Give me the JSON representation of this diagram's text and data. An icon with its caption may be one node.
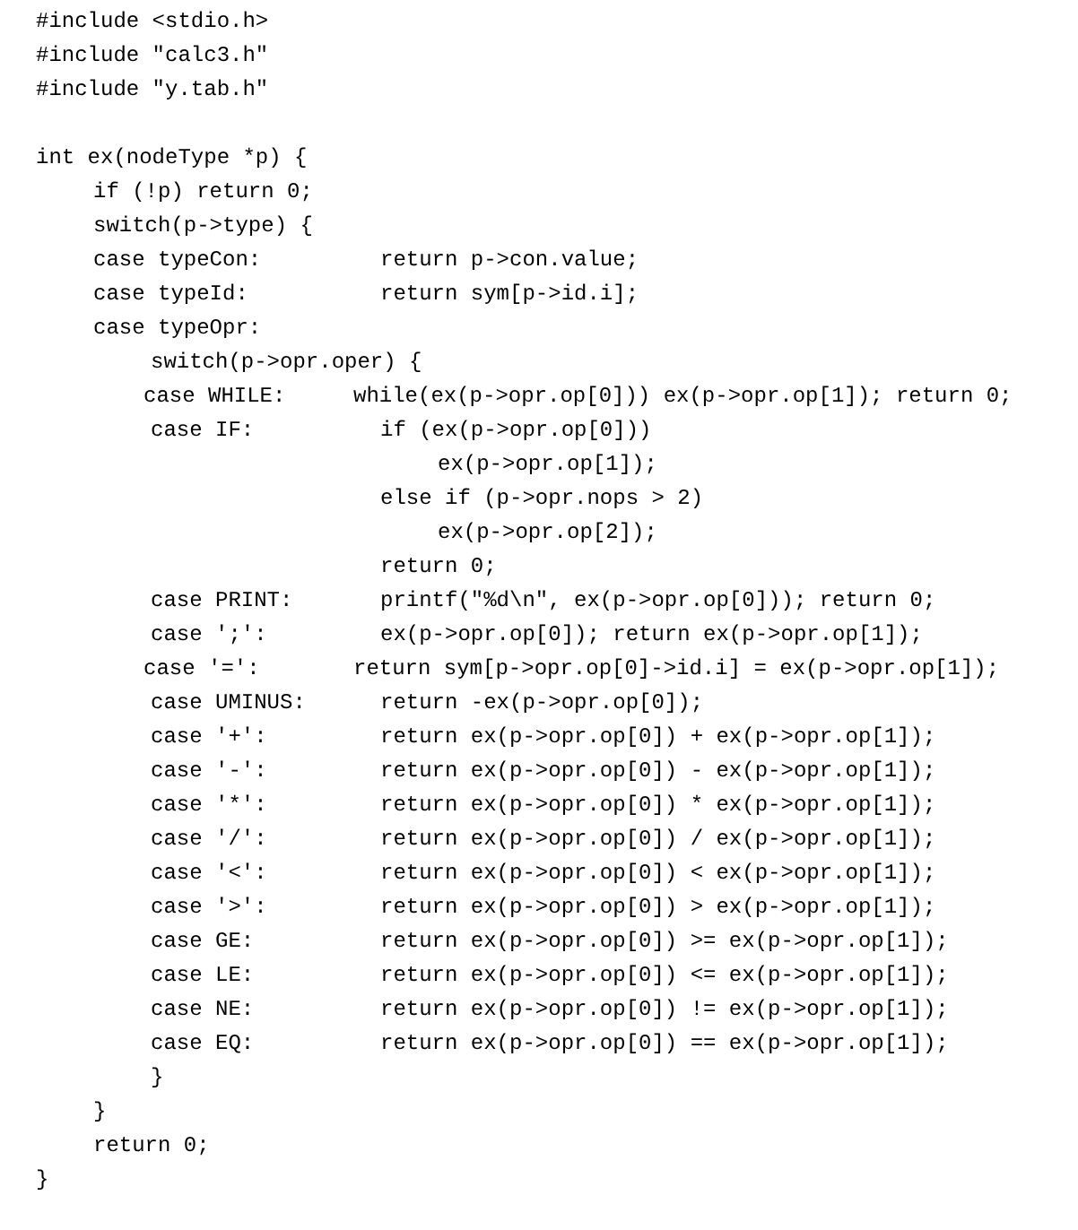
{
  "diagram": {
    "labels": [
      "#include <stdio.h>",
      "#include \"calc3.h\"",
      "#include \"y.tab.h\"",
      "int ex(nodeType *p) {",
      "if (!p) return 0;",
      "switch(p->type) {",
      "case typeCon:",
      "return p->con.value;",
      "case typeId:",
      "return sym[p->id.i];",
      "case typeOpr:",
      "switch(p->opr.oper) {",
      "case WHILE:",
      "while(ex(p->opr.op[0])) ex(p->opr.op[1]); return 0;",
      "case IF:",
      "if (ex(p->opr.op[0]))",
      "ex(p->opr.op[1]);",
      "else if (p->opr.nops > 2)",
      "ex(p->opr.op[2]);",
      "return 0;",
      "case PRINT:",
      "printf(\"%d\\n\", ex(p->opr.op[0])); return 0;",
      "case ';':",
      "ex(p->opr.op[0]); return ex(p->opr.op[1]);",
      "case '=':",
      "return sym[p->opr.op[0]->id.i] = ex(p->opr.op[1]);",
      "case UMINUS:",
      "return -ex(p->opr.op[0]);",
      "case '+':",
      "return ex(p->opr.op[0]) + ex(p->opr.op[1]);",
      "case '-':",
      "return ex(p->opr.op[0]) - ex(p->opr.op[1]);",
      "case '*':",
      "return ex(p->opr.op[0]) * ex(p->opr.op[1]);",
      "case '/':",
      "return ex(p->opr.op[0]) / ex(p->opr.op[1]);",
      "case '<':",
      "return ex(p->opr.op[0]) < ex(p->opr.op[1]);",
      "case '>':",
      "return ex(p->opr.op[0]) > ex(p->opr.op[1]);",
      "case GE:",
      "return ex(p->opr.op[0]) >= ex(p->opr.op[1]);",
      "case LE:",
      "return ex(p->opr.op[0]) <= ex(p->opr.op[1]);",
      "case NE:",
      "return ex(p->opr.op[0]) != ex(p->opr.op[1]);",
      "case EQ:",
      "return ex(p->opr.op[0]) == ex(p->opr.op[1]);",
      "}",
      "}",
      "return 0;",
      "}"
    ]
  }
}
